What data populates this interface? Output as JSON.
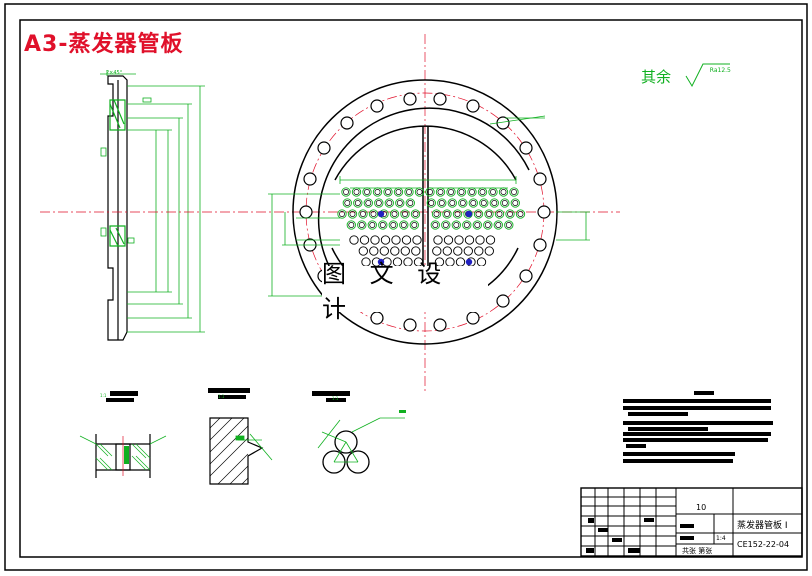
{
  "drawing": {
    "title": "A3-蒸发器管板",
    "roughness_label": "其余",
    "roughness_value": "Ra12.5",
    "watermark": "图 文 设 计",
    "chamfer_note": "2×45°",
    "section_scale_a": "1:1",
    "section_scale_b": "1:1",
    "section_scale_c": "1:1"
  },
  "title_block": {
    "sheet_count": "10",
    "part_name": "蒸发器管板 I",
    "scale": "1:4",
    "drawing_no": "CE152-22-04",
    "sheet_info": "共张  第张"
  },
  "tech_notes": {
    "count": 7
  },
  "colors": {
    "border": "#000000",
    "title": "#e0102a",
    "dimension": "#10b020",
    "centerline": "#e0102a",
    "tube": "#000000",
    "highlight": "#2020c0"
  }
}
